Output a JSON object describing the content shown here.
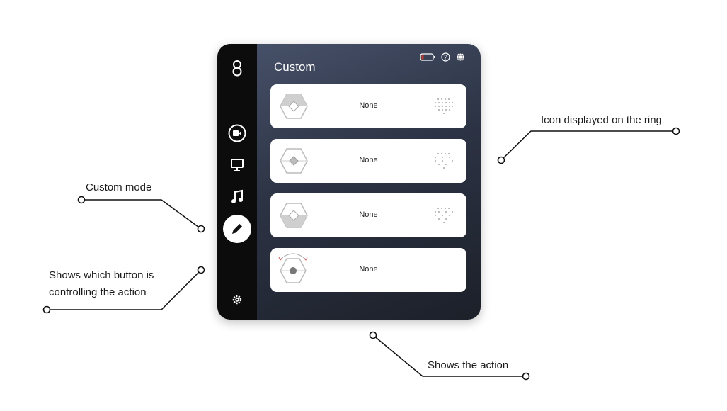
{
  "app": {
    "title": "Custom"
  },
  "sidebar": {
    "items": [
      {
        "name": "logo"
      },
      {
        "name": "video"
      },
      {
        "name": "presentation"
      },
      {
        "name": "music"
      },
      {
        "name": "custom",
        "active": true
      },
      {
        "name": "settings"
      }
    ]
  },
  "cards": [
    {
      "action": "None",
      "button": "top"
    },
    {
      "action": "None",
      "button": "middle"
    },
    {
      "action": "None",
      "button": "bottom"
    },
    {
      "action": "None",
      "button": "ring-rotate"
    }
  ],
  "annotations": {
    "ring_icon": "Icon displayed on the ring",
    "custom_mode": "Custom mode",
    "button_line1": "Shows which button is",
    "button_line2": "controlling the action",
    "action": "Shows the action"
  },
  "colors": {
    "battery_low": "#c0392b",
    "sidebar": "#0c0c0c"
  }
}
